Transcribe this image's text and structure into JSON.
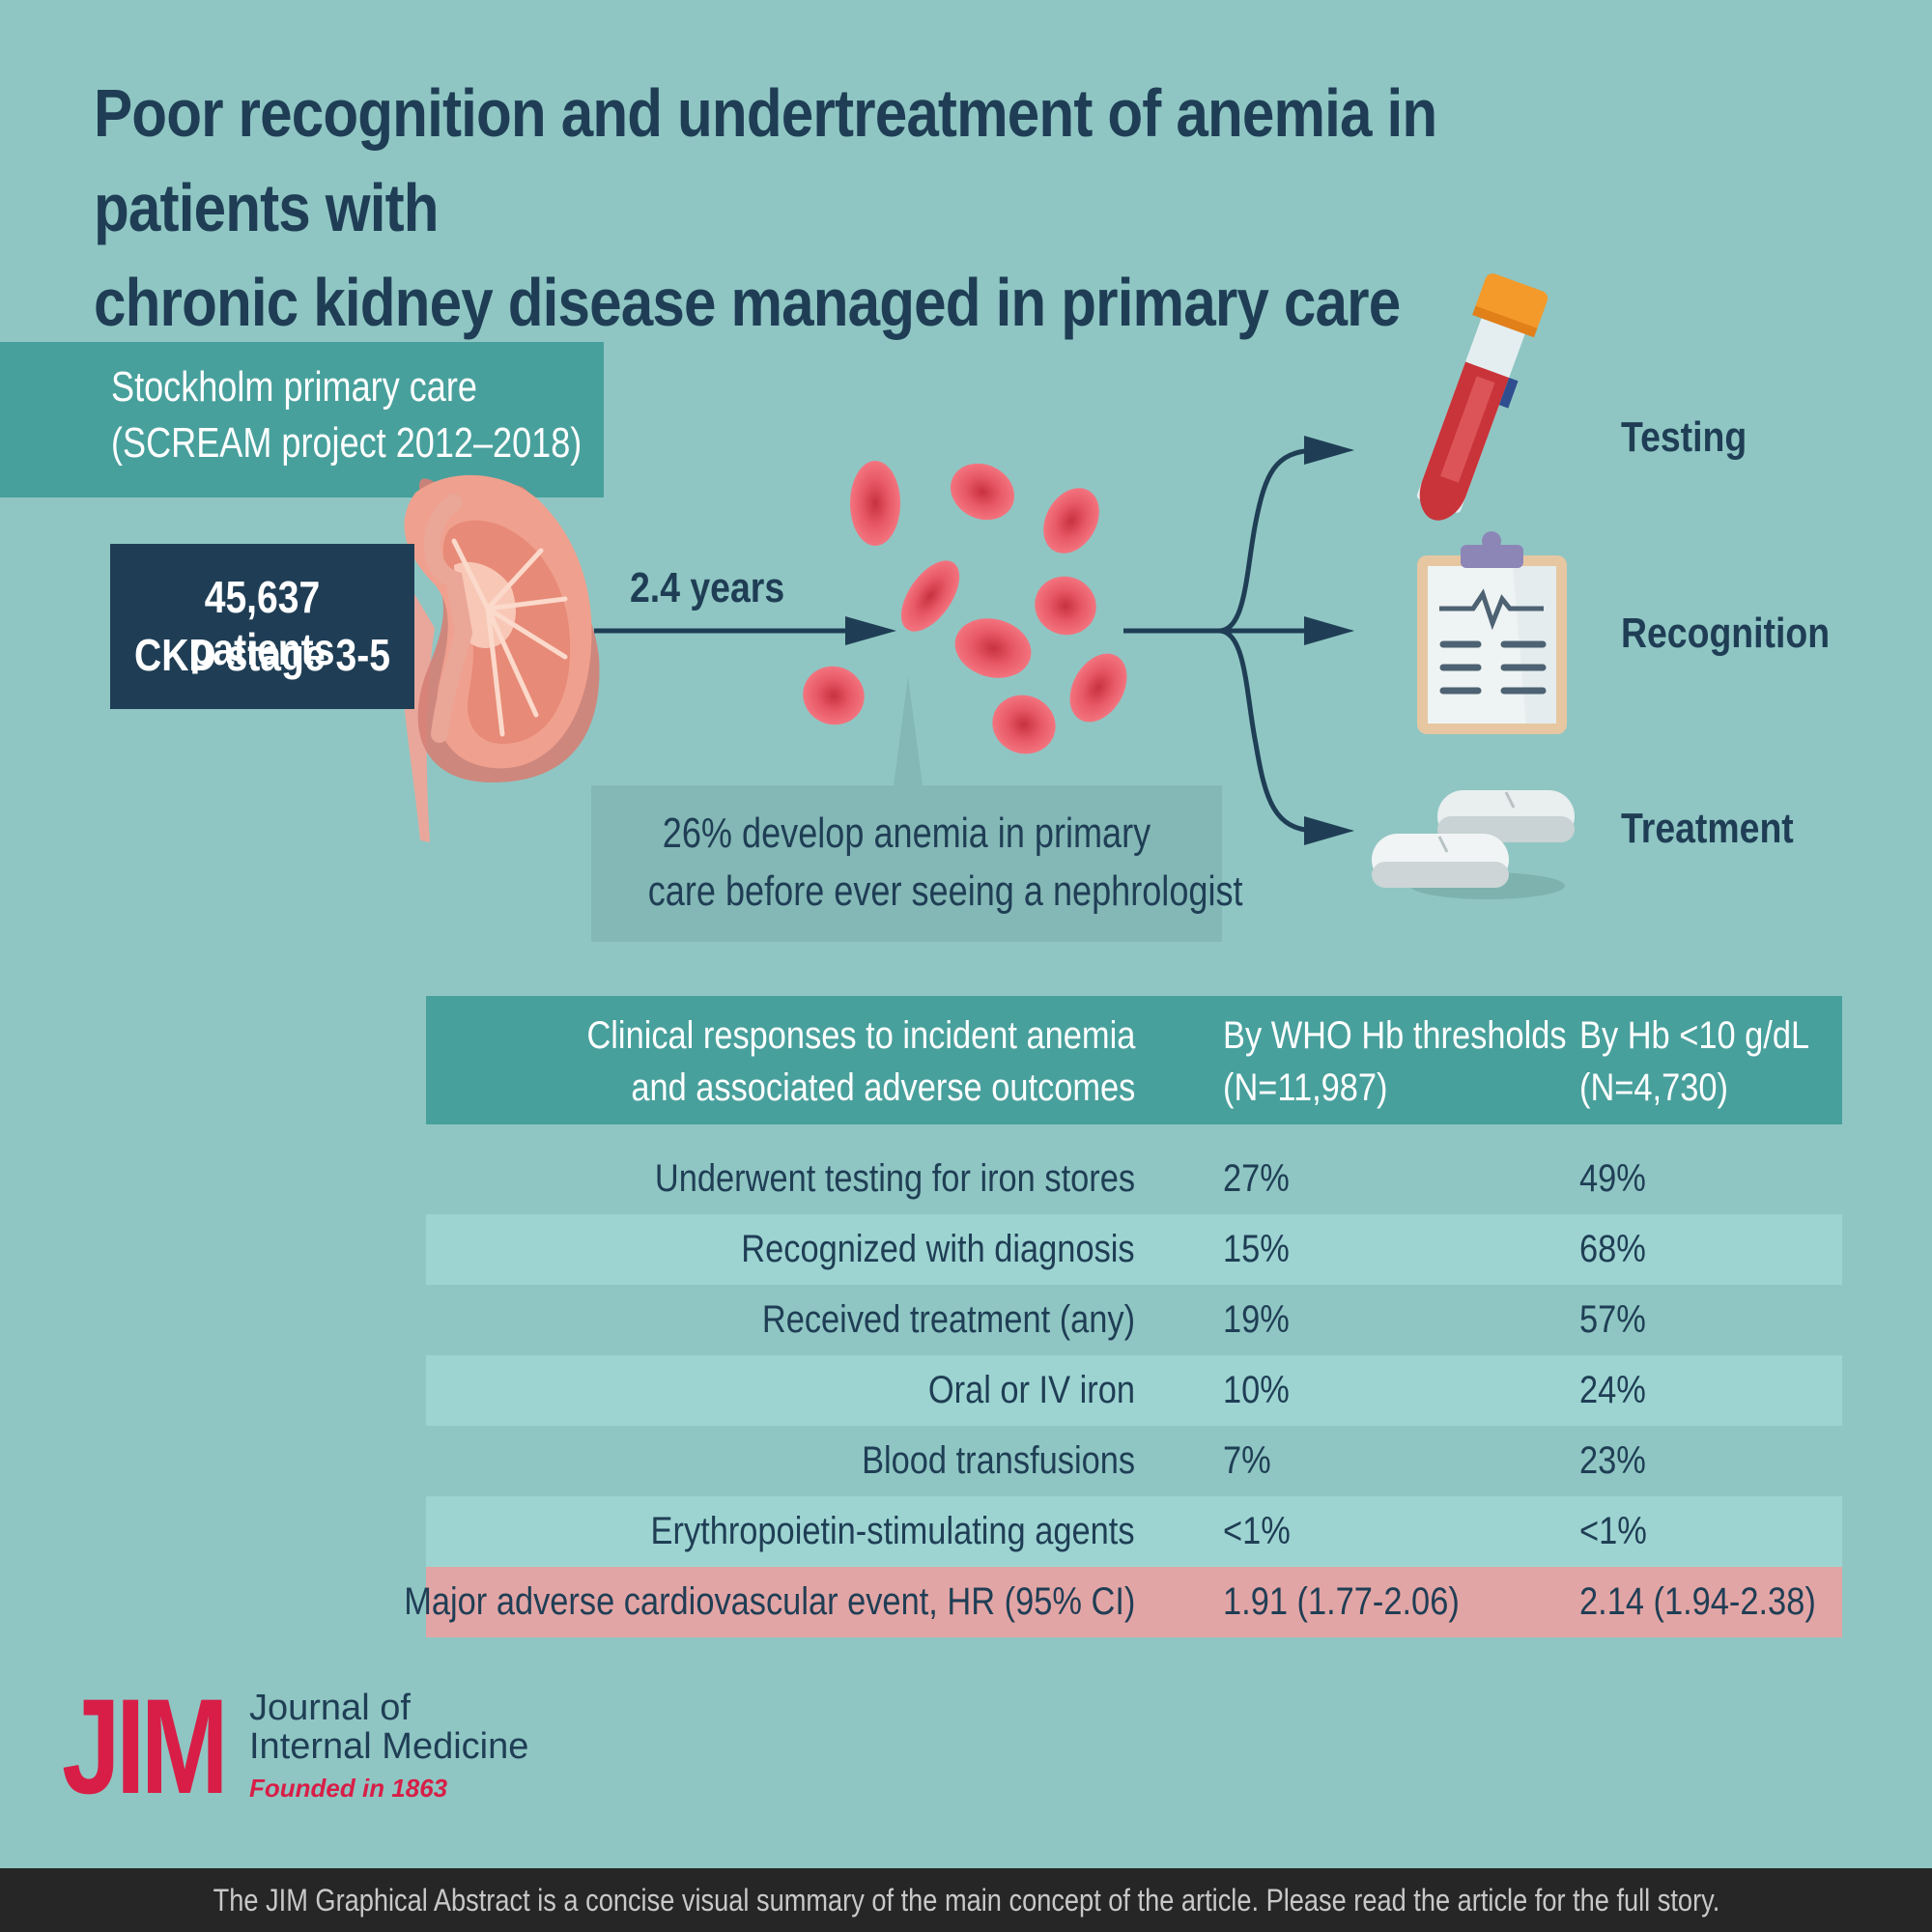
{
  "title": {
    "line1": "Poor recognition and undertreatment of anemia in patients with",
    "line2": "chronic kidney disease managed in primary care"
  },
  "study": {
    "line1": "Stockholm primary care",
    "line2": "(SCREAM project 2012–2018)"
  },
  "cohort": {
    "line1": "45,637 patients",
    "line2": "CKD stage 3-5"
  },
  "follow_up": "2.4 years",
  "callout": {
    "line1": "26% develop anemia in primary",
    "line2": "care before ever seeing a nephrologist"
  },
  "outcomes": [
    "Testing",
    "Recognition",
    "Treatment"
  ],
  "table": {
    "header": {
      "col1_line1": "Clinical responses to incident anemia",
      "col1_line2": "and associated adverse outcomes",
      "col2_line1": "By WHO Hb thresholds",
      "col2_line2": "(N=11,987)",
      "col3_line1": "By Hb <10 g/dL",
      "col3_line2": "(N=4,730)"
    },
    "rows": [
      {
        "label": "Underwent testing for iron stores",
        "who": "27%",
        "hb10": "49%"
      },
      {
        "label": "Recognized with diagnosis",
        "who": "15%",
        "hb10": "68%"
      },
      {
        "label": "Received treatment (any)",
        "who": "19%",
        "hb10": "57%"
      },
      {
        "label": "Oral or IV iron",
        "who": "10%",
        "hb10": "24%"
      },
      {
        "label": "Blood transfusions",
        "who": "7%",
        "hb10": "23%"
      },
      {
        "label": "Erythropoietin-stimulating agents",
        "who": "<1%",
        "hb10": "<1%"
      },
      {
        "label": "Major adverse cardiovascular event, HR (95% CI)",
        "who": "1.91 (1.77-2.06)",
        "hb10": "2.14 (1.94-2.38)"
      }
    ]
  },
  "logo": {
    "mark": "JIM",
    "line1": "Journal of",
    "line2": "Internal Medicine",
    "tagline": "Founded in 1863"
  },
  "footer": "The JIM Graphical Abstract is a concise visual summary of the main concept of the article. Please read the article for the full story.",
  "colors": {
    "background": "#8fc6c3",
    "teal": "#48a09c",
    "navy": "#1f3e55",
    "highlight_row": "#e2a5a5",
    "brand_red": "#d81e47"
  },
  "icons": [
    "kidney-icon",
    "red-blood-cells-icon",
    "blood-test-tube-icon",
    "clipboard-icon",
    "pills-icon",
    "arrow-icon"
  ]
}
